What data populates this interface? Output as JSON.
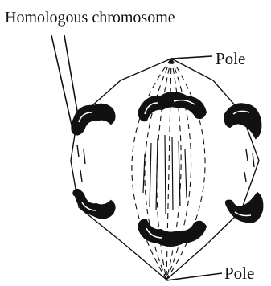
{
  "labels": {
    "homologous_chromosome": "Homologous chromosome",
    "pole_top": "Pole",
    "pole_bottom": "Pole"
  },
  "colors": {
    "ink": "#111111",
    "background": "#ffffff"
  }
}
